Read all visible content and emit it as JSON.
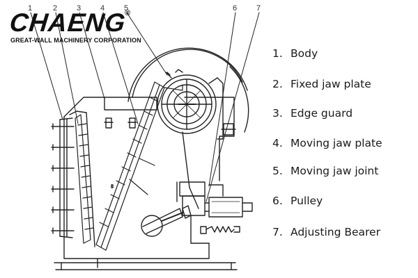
{
  "brand": {
    "name": "CHAENG",
    "registered_mark": "®",
    "tagline": "GREAT-WALL MACHINERY CORPORATION"
  },
  "callouts": [
    "1",
    "2",
    "3",
    "4",
    "5",
    "6",
    "7"
  ],
  "legend": [
    {
      "number": "1.",
      "label": "Body"
    },
    {
      "number": "2.",
      "label": "Fixed jaw plate"
    },
    {
      "number": "3.",
      "label": "Edge guard"
    },
    {
      "number": "4.",
      "label": "Moving jaw plate"
    },
    {
      "number": "5.",
      "label": "Moving jaw joint"
    },
    {
      "number": "6.",
      "label": "Pulley"
    },
    {
      "number": "7.",
      "label": "Adjusting Bearer"
    }
  ]
}
